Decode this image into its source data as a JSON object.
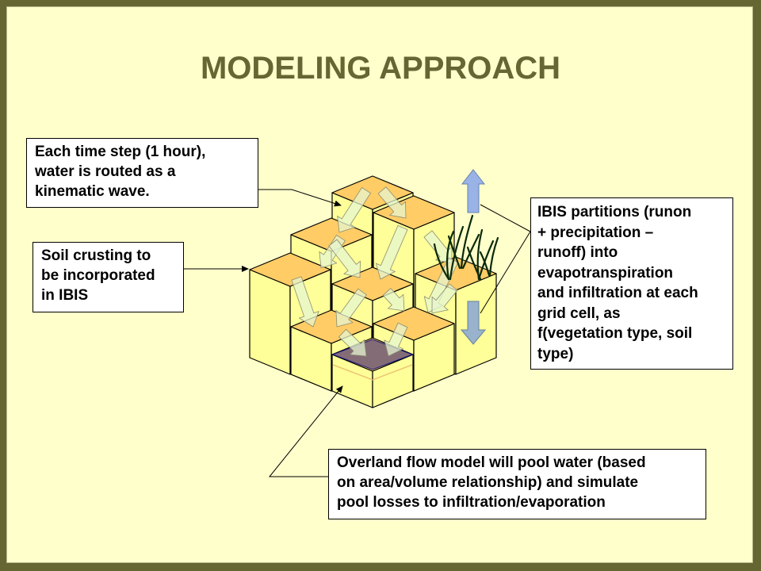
{
  "slide": {
    "title": "MODELING APPROACH",
    "colors": {
      "frame": "#666633",
      "background": "#FFFFCC",
      "title": "#666633",
      "cell_top": "#FFCC66",
      "cell_side": "#FFFF99",
      "flow_arrow": "#E6F5D0",
      "pool": "#6E5A7A",
      "evap_arrow": "#99B3E6",
      "infil_arrow": "#99B3CC"
    }
  },
  "callouts": {
    "timestep": {
      "lines": [
        "Each time step (1 hour),",
        "water is routed as a",
        "kinematic wave."
      ]
    },
    "crust": {
      "lines": [
        "Soil crusting to",
        "be incorporated",
        "in IBIS"
      ]
    },
    "ibis": {
      "lines": [
        "IBIS partitions (runon",
        "+ precipitation –",
        "runoff) into",
        "evapotranspiration",
        "and infiltration at each",
        "grid cell, as",
        "f(vegetation type, soil",
        "type)"
      ]
    },
    "overland": {
      "lines": [
        "Overland flow model will pool water (based",
        "on area/volume relationship) and simulate",
        "pool losses to infiltration/evaporation"
      ]
    }
  },
  "diagram": {
    "elements": [
      "grid-cell-columns",
      "flow-arrows",
      "pool",
      "vegetation",
      "evapotranspiration-arrow",
      "infiltration-arrow"
    ]
  }
}
